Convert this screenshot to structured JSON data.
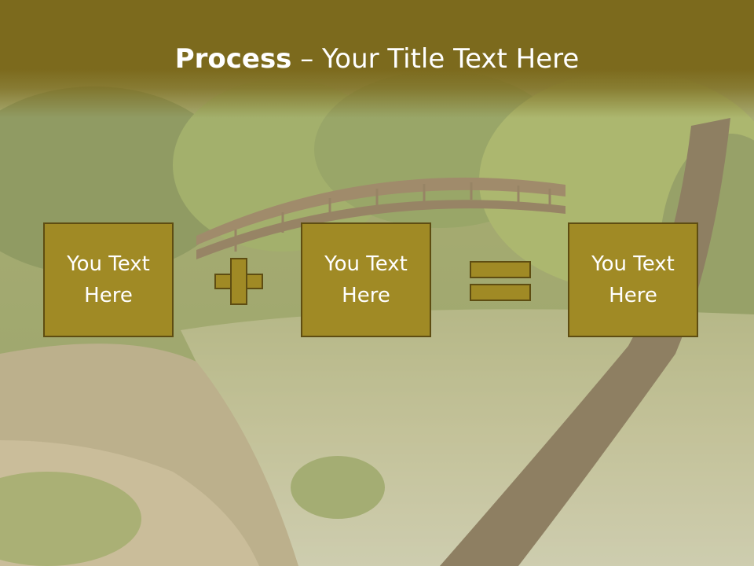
{
  "slide": {
    "title_bold": "Process",
    "title_rest": " – Your Title Text Here"
  },
  "boxes": [
    {
      "label": "You Text Here"
    },
    {
      "label": "You Text Here"
    },
    {
      "label": "You Text Here"
    }
  ],
  "operators": {
    "first": "plus-icon",
    "second": "equals-icon"
  },
  "colors": {
    "title_band": "#7c6a1d",
    "box_fill": "#a08a25",
    "box_border": "#5e4d12",
    "text": "#ffffff"
  }
}
